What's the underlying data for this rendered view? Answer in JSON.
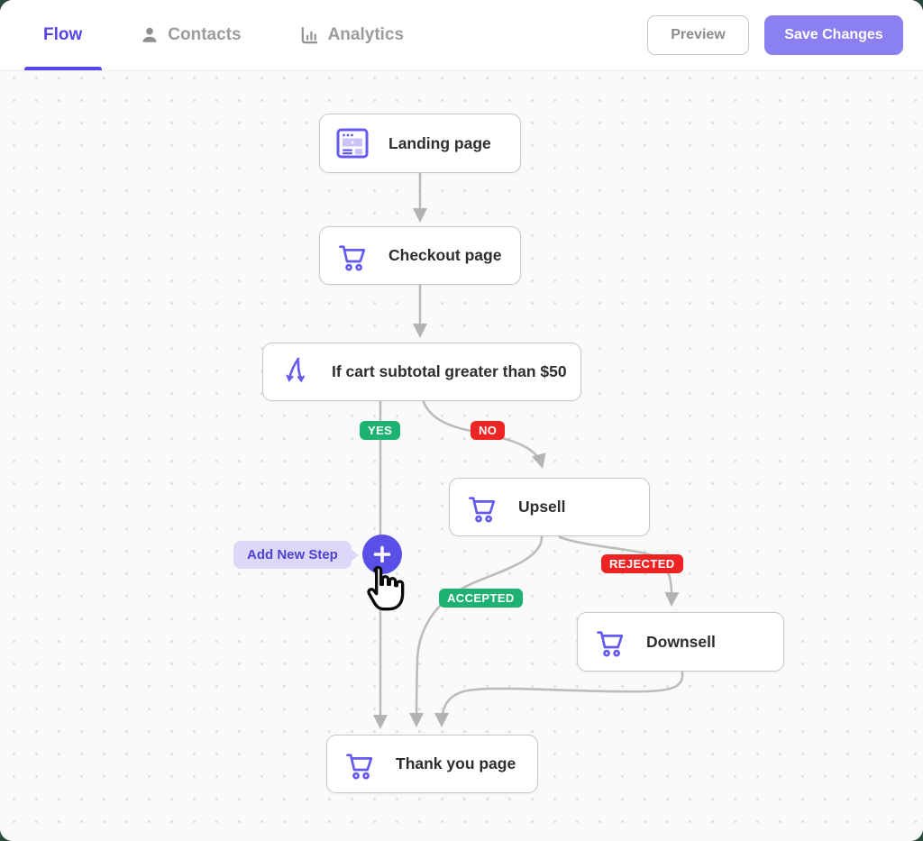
{
  "header": {
    "tabs": [
      {
        "label": "Flow",
        "active": true
      },
      {
        "label": "Contacts",
        "active": false,
        "icon": "person-icon"
      },
      {
        "label": "Analytics",
        "active": false,
        "icon": "bar-chart-icon"
      }
    ],
    "buttons": {
      "preview": "Preview",
      "save": "Save Changes"
    }
  },
  "flow": {
    "nodes": [
      {
        "id": "landing-page",
        "label": "Landing page",
        "icon": "page-icon"
      },
      {
        "id": "checkout-page",
        "label": "Checkout page",
        "icon": "cart-icon"
      },
      {
        "id": "condition",
        "label": "If cart subtotal greater than $50",
        "icon": "branch-icon"
      },
      {
        "id": "upsell",
        "label": "Upsell",
        "icon": "cart-icon"
      },
      {
        "id": "downsell",
        "label": "Downsell",
        "icon": "cart-icon"
      },
      {
        "id": "thank-you-page",
        "label": "Thank you page",
        "icon": "cart-icon"
      }
    ],
    "edge_labels": [
      {
        "id": "yes",
        "label": "YES",
        "color": "#1db271"
      },
      {
        "id": "no",
        "label": "NO",
        "color": "#ee2424"
      },
      {
        "id": "accepted",
        "label": "ACCEPTED",
        "color": "#1db271"
      },
      {
        "id": "rejected",
        "label": "REJECTED",
        "color": "#ee2424"
      }
    ],
    "add_step": {
      "tooltip": "Add New Step",
      "button_glyph": "+"
    }
  },
  "colors": {
    "accent": "#5546e9",
    "accent_light": "#8b80f2",
    "green": "#1db271",
    "red": "#ee2424",
    "connector": "#b9b9b9",
    "canvas_bg": "#fafafa"
  }
}
